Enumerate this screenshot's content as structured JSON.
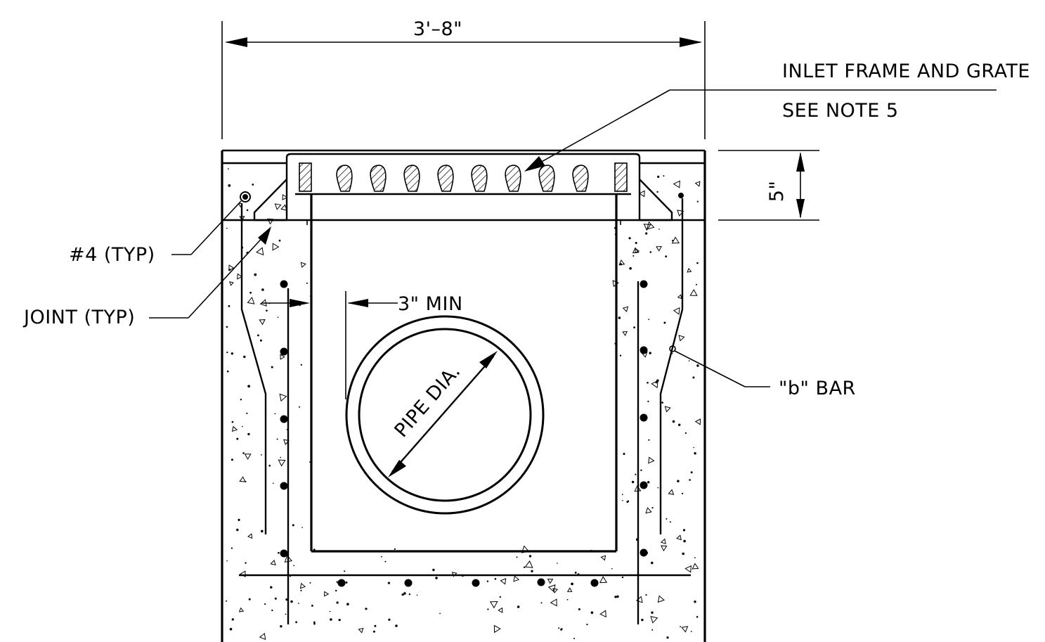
{
  "labels": {
    "width_dim": "3'–8\"",
    "height_dim": "5\"",
    "inlet_frame": "INLET FRAME AND GRATE",
    "see_note": "SEE NOTE 5",
    "rebar_num4": "#4 (TYP)",
    "joint": "JOINT (TYP)",
    "min_clear": "3\" MIN",
    "pipe_dia": "PIPE DIA.",
    "b_bar": "\"b\" BAR"
  }
}
